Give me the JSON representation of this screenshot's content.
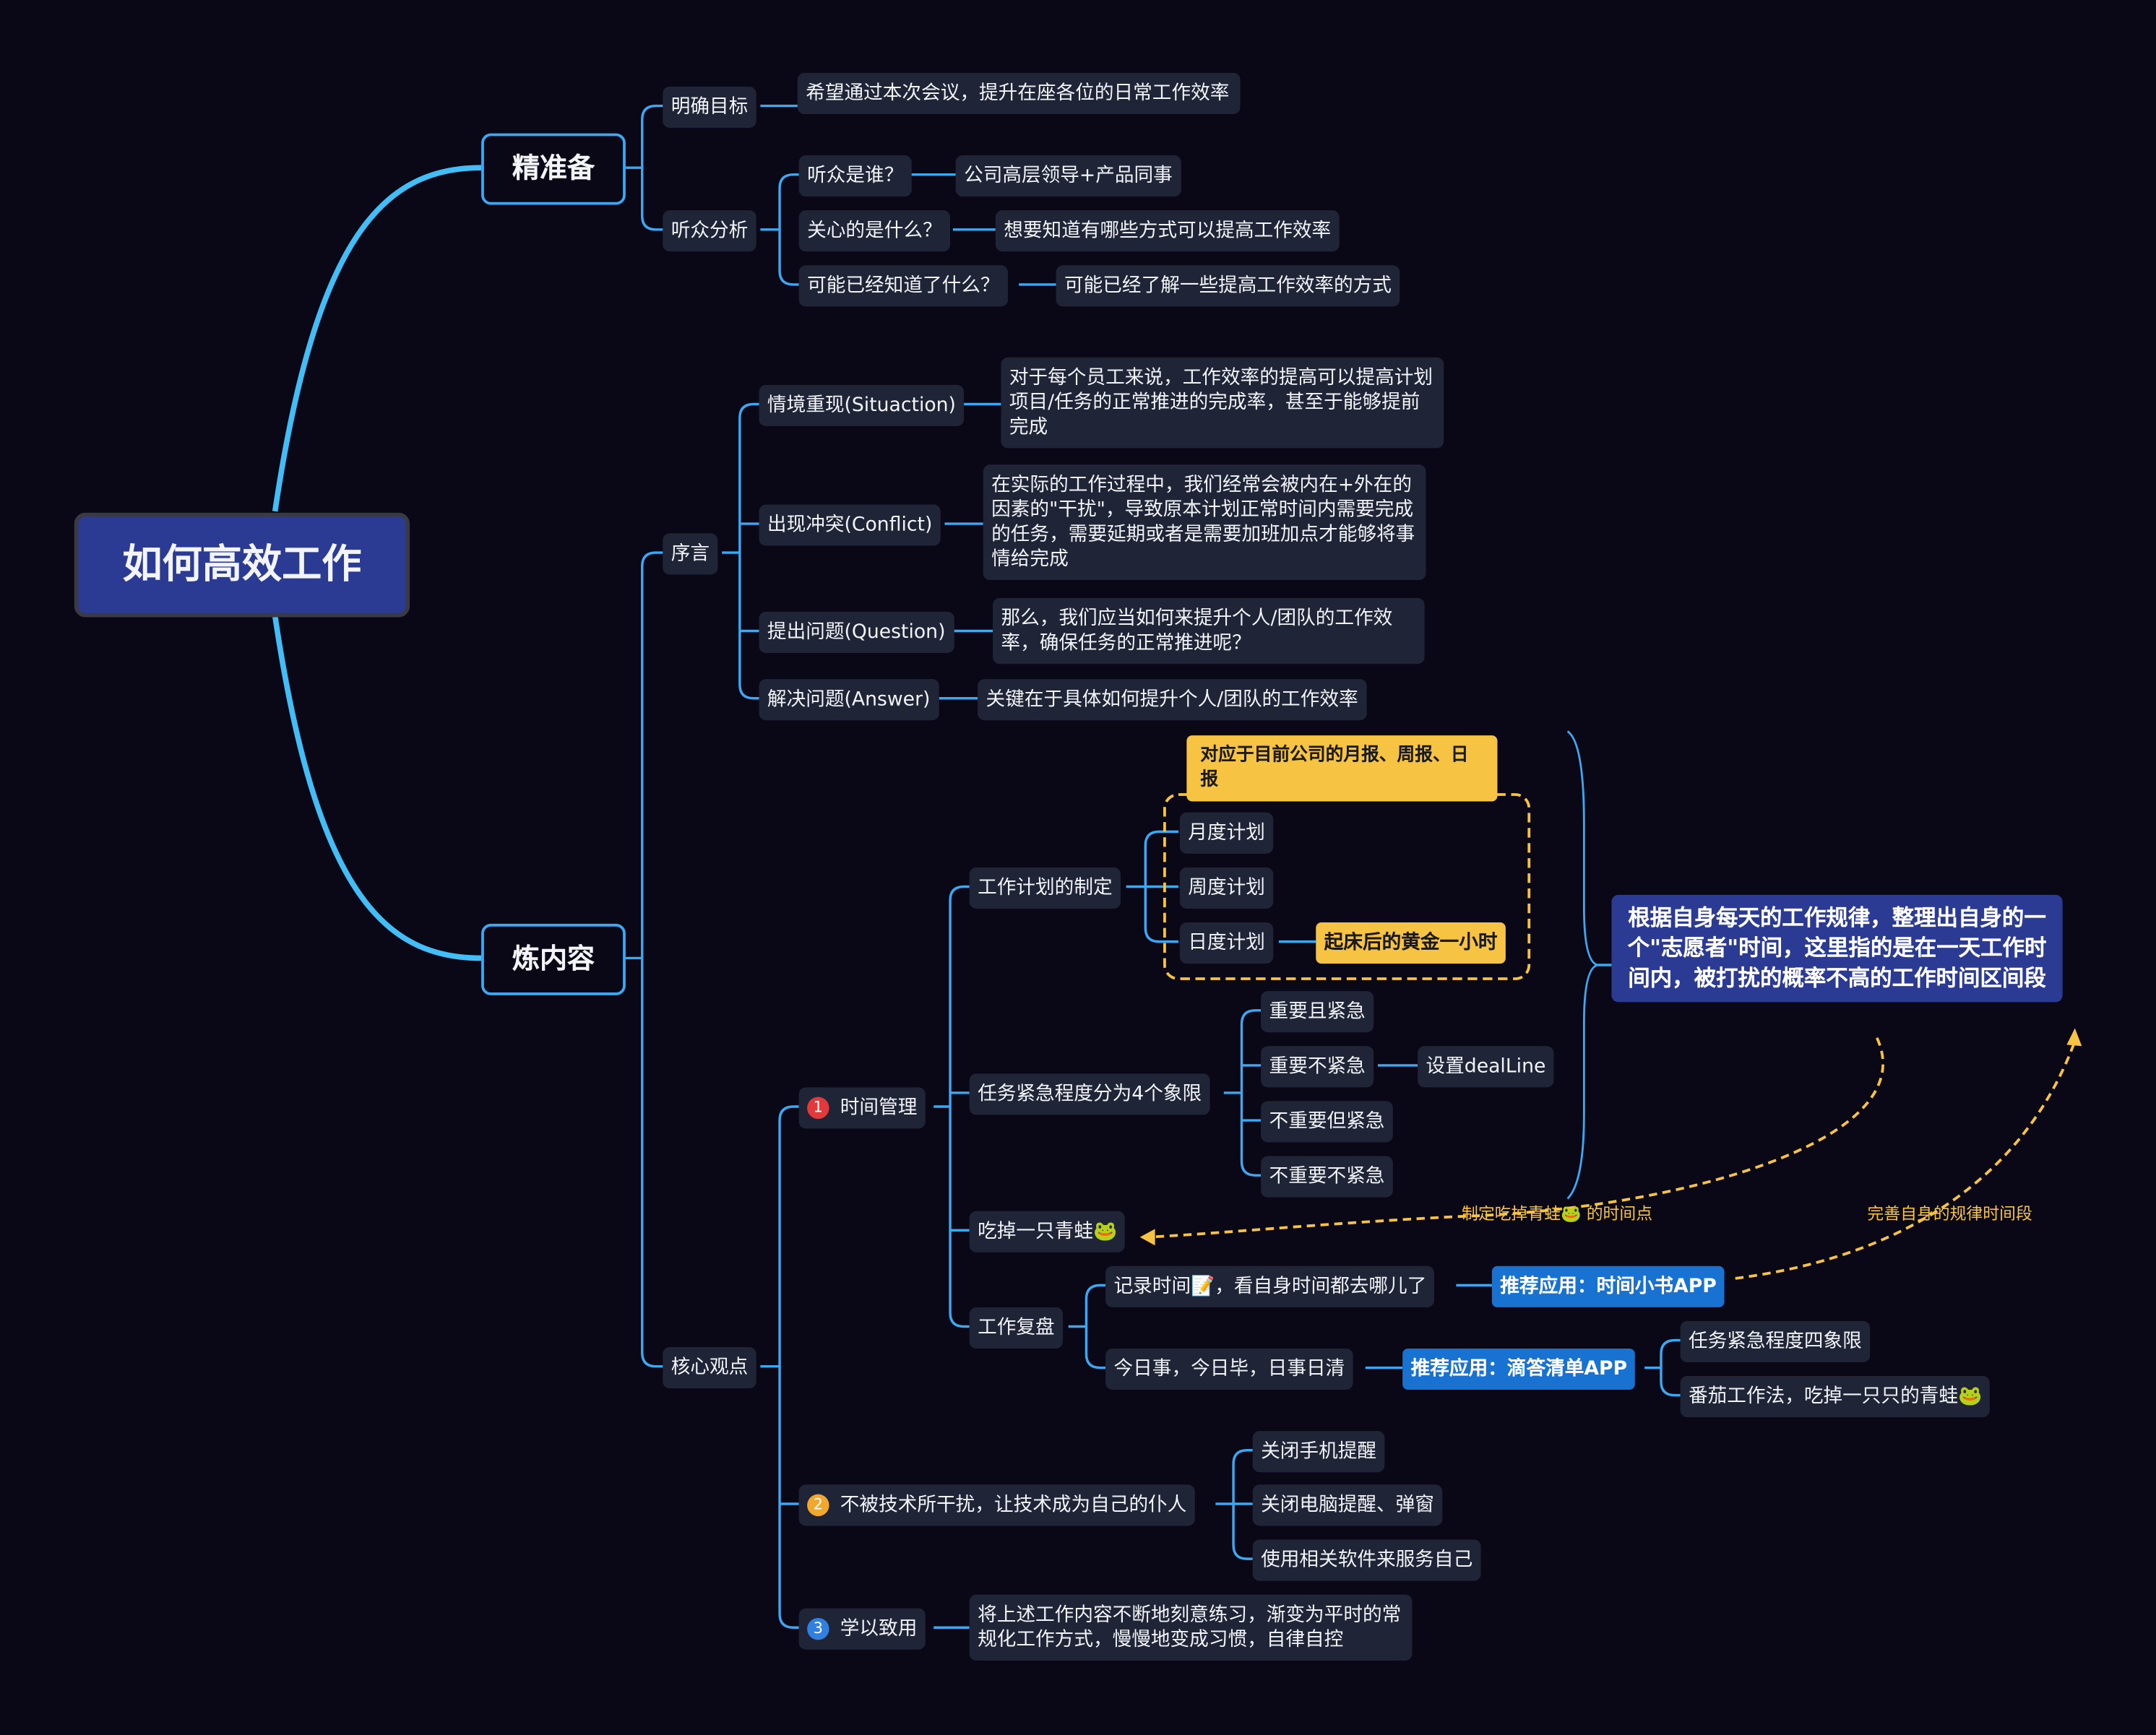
{
  "root": "如何高效工作",
  "branches": {
    "prep": "精准备",
    "content": "炼内容"
  },
  "prep": {
    "goal": "明确目标",
    "goal_text": "希望通过本次会议，提升在座各位的日常工作效率",
    "audience": "听众分析",
    "q1": "听众是谁？",
    "a1": "公司高层领导+产品同事",
    "q2": "关心的是什么？",
    "a2": "想要知道有哪些方式可以提高工作效率",
    "q3": "可能已经知道了什么？",
    "a3": "可能已经了解一些提高工作效率的方式"
  },
  "preface": {
    "label": "序言",
    "s_label": "情境重现(Situaction)",
    "s_text": "对于每个员工来说，工作效率的提高可以提高计划项目/任务的正常推进的完成率，甚至于能够提前完成",
    "c_label": "出现冲突(Conflict)",
    "c_text": "在实际的工作过程中，我们经常会被内在+外在的因素的\"干扰\"，导致原本计划正常时间内需要完成的任务，需要延期或者是需要加班加点才能够将事情给完成",
    "q_label": "提出问题(Question)",
    "q_text": "那么，我们应当如何来提升个人/团队的工作效率，确保任务的正常推进呢？",
    "a_label": "解决问题(Answer)",
    "a_text": "关键在于具体如何提升个人/团队的工作效率"
  },
  "core": {
    "label": "核心观点",
    "tm": {
      "num": "1",
      "label": "时间管理"
    },
    "plan": {
      "label": "工作计划的制定",
      "callout": "对应于目前公司的月报、周报、日报",
      "monthly": "月度计划",
      "weekly": "周度计划",
      "daily": "日度计划",
      "golden": "起床后的黄金一小时"
    },
    "quad": {
      "label": "任务紧急程度分为4个象限",
      "q1": "重要且紧急",
      "q2": "重要不紧急",
      "deadline": "设置dealLine",
      "q3": "不重要但紧急",
      "q4": "不重要不紧急"
    },
    "frog": "吃掉一只青蛙🐸",
    "review": {
      "label": "工作复盘",
      "record": "记录时间📝，看自身时间都去哪儿了",
      "record_app": "推荐应用：时间小书APP",
      "today": "今日事，今日毕，日事日清",
      "today_app": "推荐应用：滴答清单APP",
      "sub1": "任务紧急程度四象限",
      "sub2": "番茄工作法，吃掉一只只的青蛙🐸"
    },
    "tech": {
      "num": "2",
      "label": "不被技术所干扰，让技术成为自己的仆人",
      "i1": "关闭手机提醒",
      "i2": "关闭电脑提醒、弹窗",
      "i3": "使用相关软件来服务自己"
    },
    "apply": {
      "num": "3",
      "label": "学以致用",
      "text": "将上述工作内容不断地刻意练习，渐变为平时的常规化工作方式，慢慢地变成习惯，自律自控"
    }
  },
  "summary_note": "根据自身每天的工作规律，整理出自身的一个\"志愿者\"时间，这里指的是在一天工作时间内，被打扰的概率不高的工作时间区间段",
  "relations": {
    "frog_time": "制定吃掉青蛙🐸 的时间点",
    "improve": "完善自身的规律时间段"
  },
  "colors": {
    "background": "#0a0716",
    "node": "#1f2536",
    "line": "#3ca8f2",
    "root": "#2b3b93",
    "callout": "#f6c343",
    "recommend": "#1872d2",
    "num1": "#e23a3a",
    "num2": "#f2a72e",
    "num3": "#2f80e0"
  }
}
